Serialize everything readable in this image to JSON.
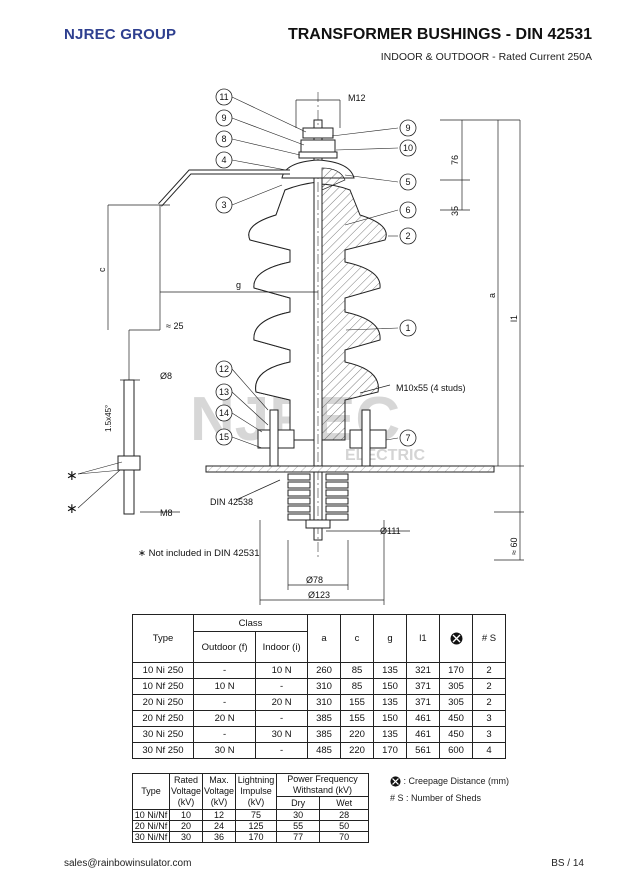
{
  "header": {
    "company": "NJREC GROUP",
    "title": "TRANSFORMER BUSHINGS - DIN 42531",
    "subtitle": "INDOOR & OUTDOOR  -  Rated Current 250A"
  },
  "drawing": {
    "callouts": [
      "11",
      "9",
      "8",
      "4",
      "3",
      "12",
      "13",
      "14",
      "15",
      "9",
      "10",
      "5",
      "6",
      "2",
      "1",
      "7"
    ],
    "dims": {
      "m12": "M12",
      "d76": "76",
      "d35": "35",
      "a": "a",
      "l1": "l1",
      "c": "c",
      "g": "g",
      "approx25": "≈ 25",
      "dia8": "Ø8",
      "chamfer": "1.5x45°",
      "m8": "M8",
      "studs": "M10x55 (4 studs)",
      "din": "DIN 42538",
      "dia111": "Ø111",
      "approx60": "≈ 60",
      "dia78": "Ø78",
      "dia123": "Ø123",
      "star1": "∗",
      "star2": "∗",
      "star_note": "∗ Not included in DIN 42531"
    },
    "watermark": "NJREC",
    "watermark_sub": "ELECTRIC"
  },
  "main_table": {
    "col_type": "Type",
    "col_class": "Class",
    "col_outdoor": "Outdoor (f)",
    "col_indoor": "Indoor (i)",
    "col_a": "a",
    "col_c": "c",
    "col_g": "g",
    "col_l1": "l1",
    "col_s": "# S",
    "rows": [
      [
        "10 Ni 250",
        "-",
        "10 N",
        "260",
        "85",
        "135",
        "321",
        "170",
        "2"
      ],
      [
        "10 Nf 250",
        "10 N",
        "-",
        "310",
        "85",
        "150",
        "371",
        "305",
        "2"
      ],
      [
        "20 Ni 250",
        "-",
        "20 N",
        "310",
        "155",
        "135",
        "371",
        "305",
        "2"
      ],
      [
        "20 Nf 250",
        "20 N",
        "-",
        "385",
        "155",
        "150",
        "461",
        "450",
        "3"
      ],
      [
        "30 Ni 250",
        "-",
        "30 N",
        "385",
        "220",
        "135",
        "461",
        "450",
        "3"
      ],
      [
        "30 Nf 250",
        "30 N",
        "-",
        "485",
        "220",
        "170",
        "561",
        "600",
        "4"
      ]
    ]
  },
  "volt_table": {
    "col_type": "Type",
    "col_rated": "Rated Voltage (kV)",
    "col_max": "Max. Voltage (kV)",
    "col_lightning": "Lightning Impulse (kV)",
    "col_pf": "Power Frequency Withstand (kV)",
    "col_dry": "Dry",
    "col_wet": "Wet",
    "rows": [
      [
        "10 Ni/Nf",
        "10",
        "12",
        "75",
        "30",
        "28"
      ],
      [
        "20 Ni/Nf",
        "20",
        "24",
        "125",
        "55",
        "50"
      ],
      [
        "30 Ni/Nf",
        "30",
        "36",
        "170",
        "77",
        "70"
      ]
    ]
  },
  "legend": {
    "creepage": ": Creepage Distance (mm)",
    "sheds": "# S : Number of Sheds"
  },
  "footer": {
    "email": "sales@rainbowinsulator.com",
    "page": "BS / 14"
  }
}
